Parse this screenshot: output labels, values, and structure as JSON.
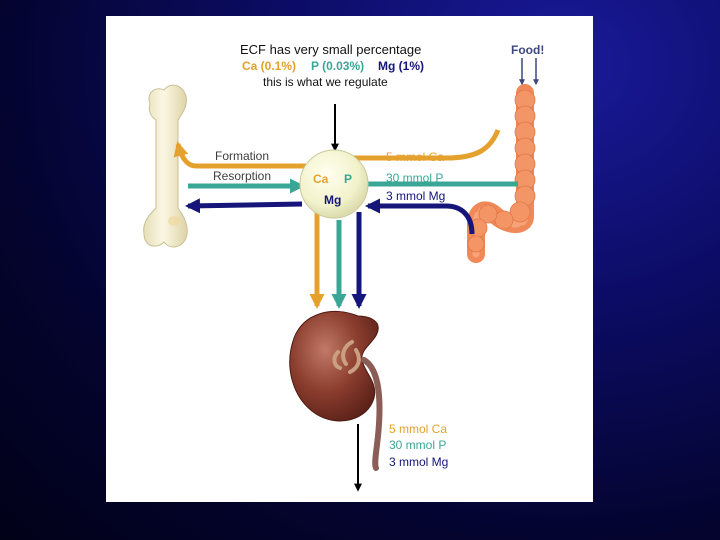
{
  "header": {
    "line1": "ECF has very small percentage",
    "ca_share": "Ca (0.1%)",
    "p_share": "P (0.03%)",
    "mg_share": "Mg (1%)",
    "line3": "this is what we regulate"
  },
  "food_label": "Food!",
  "bone": {
    "formation_label": "Formation",
    "resorption_label": "Resorption"
  },
  "ecf_pool": {
    "ca": "Ca",
    "p": "P",
    "mg": "Mg"
  },
  "gut_intake": {
    "ca": "5 mmol Ca",
    "p": "30 mmol P",
    "mg": "3 mmol Mg"
  },
  "urine_output": {
    "ca": "5 mmol Ca",
    "p": "30 mmol P",
    "mg": "3 mmol Mg"
  },
  "colors": {
    "calcium": "#e4a12d",
    "phosphate": "#3aa796",
    "magnesium": "#15157a",
    "background": "#0c0c66"
  }
}
